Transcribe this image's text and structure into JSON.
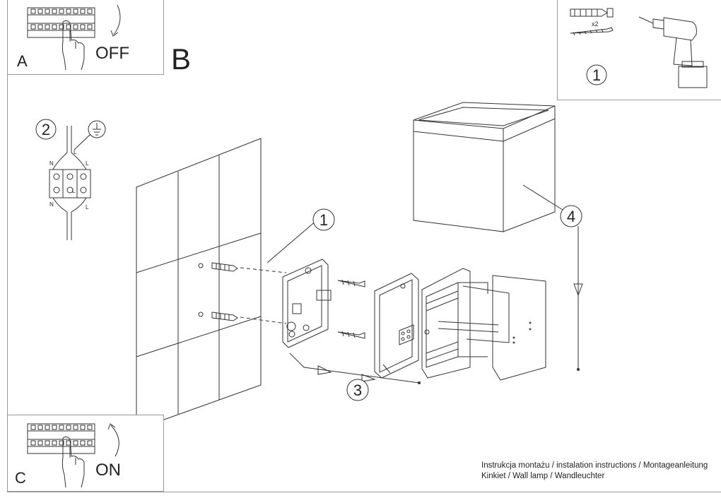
{
  "steps": {
    "a_letter": "A",
    "a_action": "OFF",
    "b_letter": "B",
    "c_letter": "C",
    "c_action": "ON"
  },
  "tools": {
    "quantity": "x2",
    "step_number": "1"
  },
  "wiring": {
    "step_number": "2",
    "neutral": "N",
    "live": "L"
  },
  "callouts": {
    "bracket": "1",
    "assembly": "3",
    "cover": "4"
  },
  "footer": {
    "line1": "Instrukcja montażu / instalation instructions / Montageanleitung",
    "line2": "Kinkiet / Wall lamp / Wandleuchter"
  }
}
